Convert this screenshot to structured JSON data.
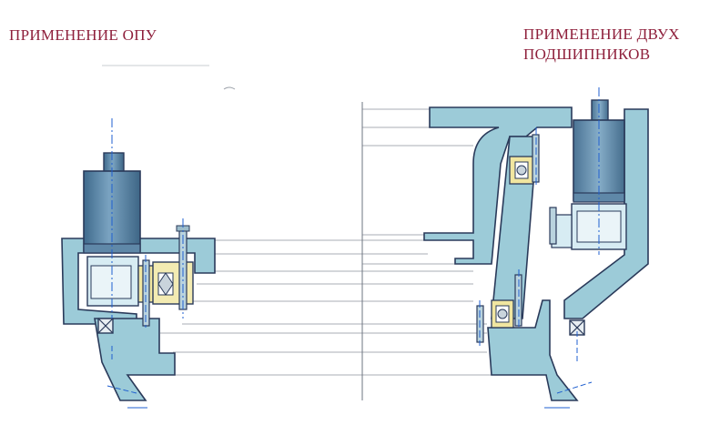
{
  "labels": {
    "left": "ПРИМЕНЕНИЕ  ОПУ",
    "right_line1": "ПРИМЕНЕНИЕ  ДВУХ",
    "right_line2": "ПОДШИПНИКОВ"
  },
  "colors": {
    "label": "#8e1f3b",
    "steel": "#9ccbd8",
    "outline": "#2a3a5a",
    "cylinder": "#5a86a6",
    "bearing_yellow": "#f1e6a0",
    "centerline": "#1f5fd0",
    "leader": "#9aa0a8"
  }
}
